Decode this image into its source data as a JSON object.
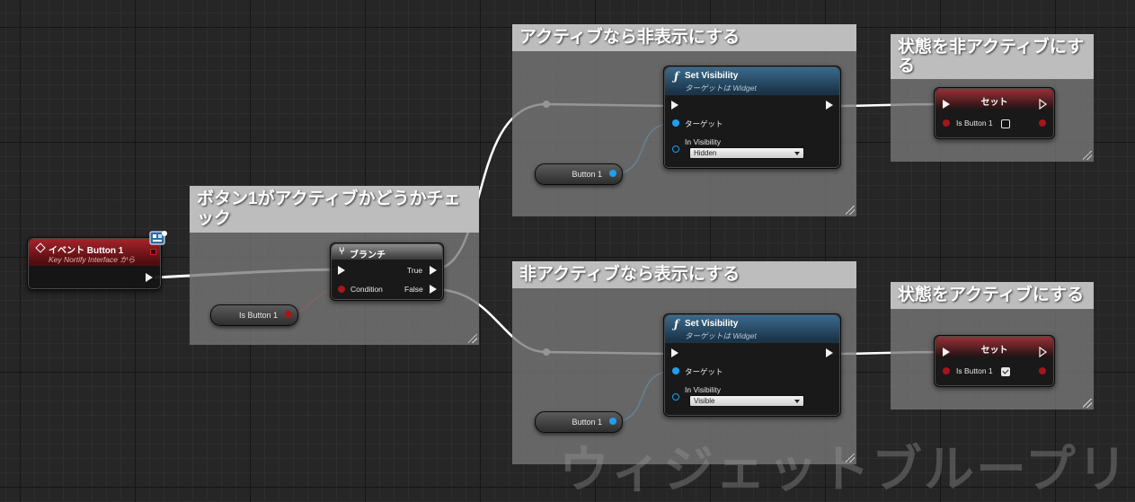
{
  "comments": {
    "check": "ボタン1がアクティブかどうかチェック",
    "hide_if_active": "アクティブなら非表示にする",
    "show_if_inactive": "非アクティブなら表示にする",
    "set_inactive_line1": "状態を非アクティブにす",
    "set_inactive_line2": "る",
    "set_active": "状態をアクティブにする"
  },
  "event_node": {
    "title": "イベント Button 1",
    "subtitle": "Key Nortify Interface から",
    "badge_icon": "widget-blueprint-icon"
  },
  "branch_node": {
    "title": "ブランチ",
    "icon": "branch-icon",
    "true_label": "True",
    "false_label": "False",
    "condition_label": "Condition"
  },
  "is_button_var": {
    "label": "Is Button 1"
  },
  "set_visibility_top": {
    "title": "Set Visibility",
    "subtitle": "ターゲットは Widget",
    "target_label": "ターゲット",
    "visibility_label": "In Visibility",
    "visibility_value": "Hidden"
  },
  "set_visibility_bottom": {
    "title": "Set Visibility",
    "subtitle": "ターゲットは Widget",
    "target_label": "ターゲット",
    "visibility_label": "In Visibility",
    "visibility_value": "Visible"
  },
  "button_var_top": {
    "label": "Button 1"
  },
  "button_var_bottom": {
    "label": "Button 1"
  },
  "set_node_top": {
    "title": "セット",
    "field_label": "Is Button 1",
    "checked": false
  },
  "set_node_bottom": {
    "title": "セット",
    "field_label": "Is Button 1",
    "checked": true
  },
  "watermark": "ウィジェットブループリン",
  "colors": {
    "exec_wire": "#ffffff",
    "bool_pin": "#a5161c",
    "object_pin": "#1e9ff2",
    "event_header": "#a5232a",
    "function_header": "#3b6a8c"
  }
}
